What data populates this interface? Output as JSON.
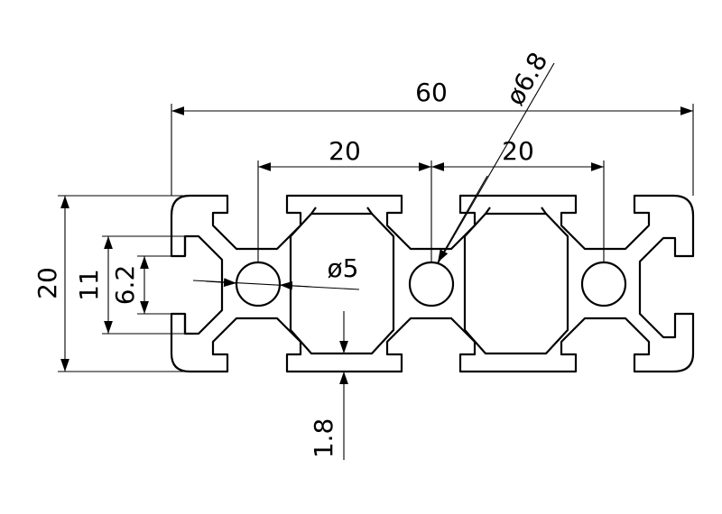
{
  "drawing": {
    "overall_width": "60",
    "pitch_left": "20",
    "pitch_right": "20",
    "height": "20",
    "slot_opening": "11",
    "slot_neck": "6.2",
    "hole_diameter": "ø5",
    "large_hole_diameter": "ø6.8",
    "wall_thickness": "1.8"
  },
  "colors": {
    "line": "#000000",
    "background": "#ffffff"
  }
}
